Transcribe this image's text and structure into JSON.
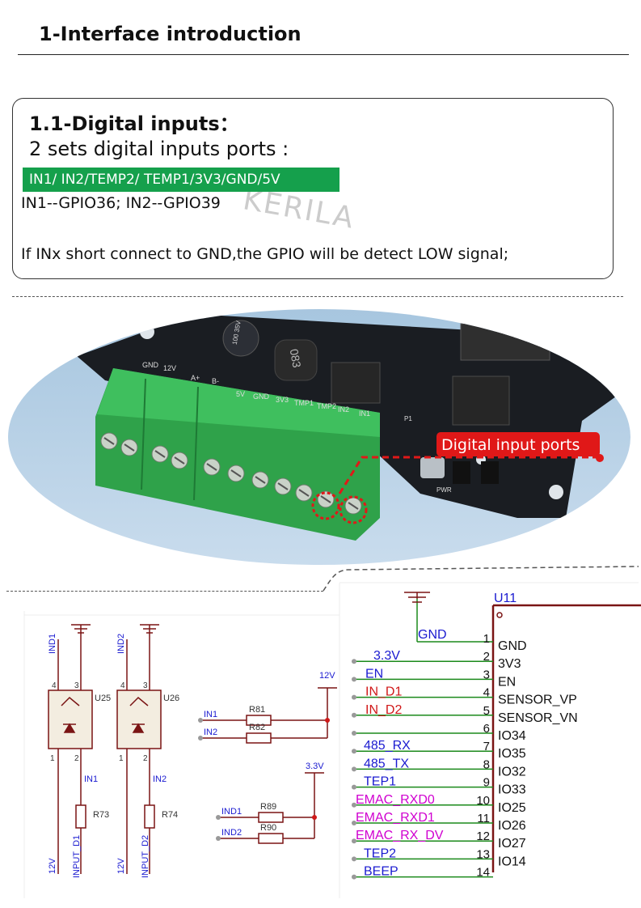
{
  "header": {
    "title": "1-Interface introduction"
  },
  "info": {
    "heading": "1.1-Digital inputs：",
    "subheading": "2 sets digital inputs ports :",
    "pins_highlight": "IN1/ IN2/TEMP2/ TEMP1/3V3/GND/5V",
    "gpio_map": "IN1--GPIO36; IN2--GPIO39",
    "note": "If INx short connect to GND,the GPIO will be detect LOW signal;",
    "watermark": "KERILA"
  },
  "photo": {
    "callout": "Digital input ports",
    "silkscreen_top": [
      "GND",
      "12V",
      "A+",
      "B-",
      "5V",
      "GND",
      "3V3",
      "TMP1",
      "TMP2",
      "IN2",
      "IN1"
    ],
    "cap_label": "100 35V",
    "inductor_label": "083",
    "pwr": "PWR",
    "p1": "P1"
  },
  "colors": {
    "accent_green": "#15a04c",
    "callout_red": "#e01818",
    "schematic_green": "#1b8a1b",
    "schematic_blue": "#1a1ad0",
    "schematic_red": "#d01818",
    "schematic_magenta": "#d000d0",
    "schematic_maroon": "#7a1414"
  },
  "schematic": {
    "optos": [
      {
        "ref": "U25",
        "net_in": "IND1",
        "pin_a": "1",
        "pin_b": "2",
        "pin_c": "3",
        "pin_d": "4",
        "node": "IN1",
        "res": "R73",
        "net_low": "INPUT_D1",
        "vcc": "12V"
      },
      {
        "ref": "U26",
        "net_in": "IND2",
        "pin_a": "1",
        "pin_b": "2",
        "pin_c": "3",
        "pin_d": "4",
        "node": "IN2",
        "res": "R74",
        "net_low": "INPUT_D2",
        "vcc": "12V"
      }
    ],
    "pullups_12v": {
      "supply": "12V",
      "rows": [
        {
          "net": "IN1",
          "res": "R81"
        },
        {
          "net": "IN2",
          "res": "R82"
        }
      ]
    },
    "pullups_33v": {
      "supply": "3.3V",
      "rows": [
        {
          "net": "IND1",
          "res": "R89"
        },
        {
          "net": "IND2",
          "res": "R90"
        }
      ]
    },
    "module": {
      "ref": "U11",
      "gnd_label": "GND",
      "pins": [
        {
          "num": "1",
          "name": "GND",
          "net": "GND"
        },
        {
          "num": "2",
          "name": "3V3",
          "net": "3.3V"
        },
        {
          "num": "3",
          "name": "EN",
          "net": "EN"
        },
        {
          "num": "4",
          "name": "SENSOR_VP",
          "net": "IN_D1"
        },
        {
          "num": "5",
          "name": "SENSOR_VN",
          "net": "IN_D2"
        },
        {
          "num": "6",
          "name": "IO34",
          "net": ""
        },
        {
          "num": "7",
          "name": "IO35",
          "net": "485_RX"
        },
        {
          "num": "8",
          "name": "IO32",
          "net": "485_TX"
        },
        {
          "num": "9",
          "name": "IO33",
          "net": "TEP1"
        },
        {
          "num": "10",
          "name": "IO25",
          "net": "EMAC_RXD0"
        },
        {
          "num": "11",
          "name": "IO26",
          "net": "EMAC_RXD1"
        },
        {
          "num": "12",
          "name": "IO27",
          "net": "EMAC_RX_DV"
        },
        {
          "num": "13",
          "name": "IO14",
          "net": "TEP2"
        },
        {
          "num": "14",
          "name": "",
          "net": "BEEP"
        }
      ]
    }
  }
}
